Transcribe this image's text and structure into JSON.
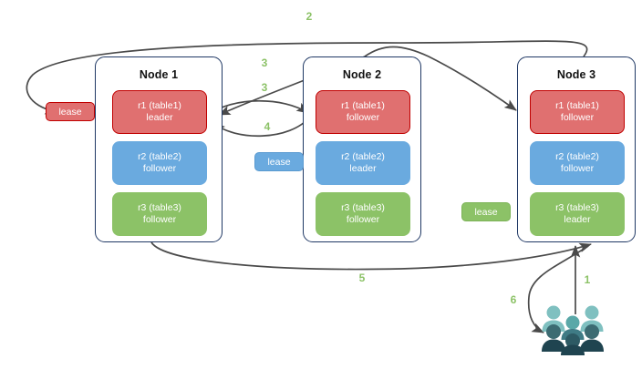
{
  "diagram": {
    "title": "Raft replica lease placement across three nodes",
    "accent_green": "#8cc267",
    "accent_red": "#e07070",
    "accent_blue": "#6aaadf",
    "node_border": "#1f3864",
    "arrow_color": "#4a4a4a"
  },
  "nodes": [
    {
      "title": "Node 1",
      "replicas": [
        {
          "name": "r1 (table1)",
          "role": "leader",
          "color": "red"
        },
        {
          "name": "r2 (table2)",
          "role": "follower",
          "color": "blue"
        },
        {
          "name": "r3 (table3)",
          "role": "follower",
          "color": "green"
        }
      ]
    },
    {
      "title": "Node 2",
      "replicas": [
        {
          "name": "r1 (table1)",
          "role": "follower",
          "color": "red"
        },
        {
          "name": "r2 (table2)",
          "role": "leader",
          "color": "blue"
        },
        {
          "name": "r3 (table3)",
          "role": "follower",
          "color": "green"
        }
      ]
    },
    {
      "title": "Node 3",
      "replicas": [
        {
          "name": "r1 (table1)",
          "role": "follower",
          "color": "red"
        },
        {
          "name": "r2 (table2)",
          "role": "follower",
          "color": "blue"
        },
        {
          "name": "r3 (table3)",
          "role": "leader",
          "color": "green"
        }
      ]
    }
  ],
  "leases": [
    {
      "label": "lease",
      "color": "red",
      "owner": "r1"
    },
    {
      "label": "lease",
      "color": "blue",
      "owner": "r2"
    },
    {
      "label": "lease",
      "color": "green",
      "owner": "r3"
    }
  ],
  "steps": [
    {
      "label": "1"
    },
    {
      "label": "2"
    },
    {
      "label": "3"
    },
    {
      "label": "3"
    },
    {
      "label": "4"
    },
    {
      "label": "5"
    },
    {
      "label": "6"
    }
  ],
  "icons": {
    "users": "users-group-icon"
  }
}
